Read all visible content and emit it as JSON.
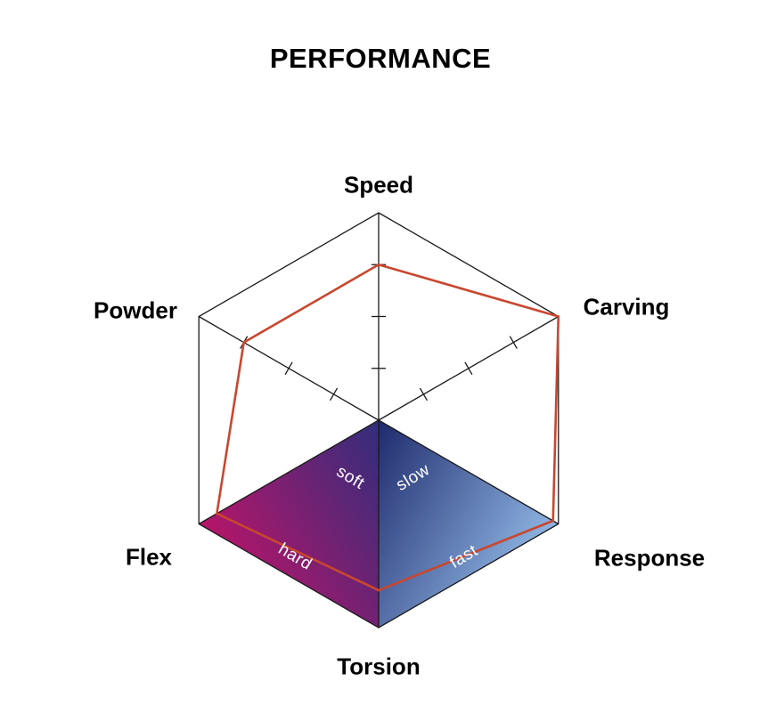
{
  "chart_data": {
    "type": "radar",
    "title": "PERFORMANCE",
    "axes": [
      "Speed",
      "Carving",
      "Response",
      "Torsion",
      "Flex",
      "Powder"
    ],
    "values": [
      7.5,
      10,
      9.7,
      8.2,
      9.0,
      7.5
    ],
    "scale_max": 10,
    "tick_fractions": [
      0.25,
      0.5,
      0.75
    ],
    "tick_axis_indices": [
      0,
      1,
      5
    ],
    "series_color": "#c9472f",
    "grid_color": "#1a1a1a",
    "background": "#ffffff",
    "legend": "none",
    "quadrant_fills": [
      {
        "axis_a": "Flex",
        "axis_b": "Torsion",
        "gradient_axis": "Flex",
        "inner_color": "#312e7c",
        "outer_color": "#b61569",
        "labels": [
          "soft",
          "hard"
        ],
        "label_color": "#ffffff"
      },
      {
        "axis_a": "Torsion",
        "axis_b": "Response",
        "gradient_axis": "Response",
        "inner_color": "#1e2a6c",
        "outer_color": "#8fb6e4",
        "labels": [
          "slow",
          "fast"
        ],
        "label_color": "#ffffff"
      }
    ]
  }
}
